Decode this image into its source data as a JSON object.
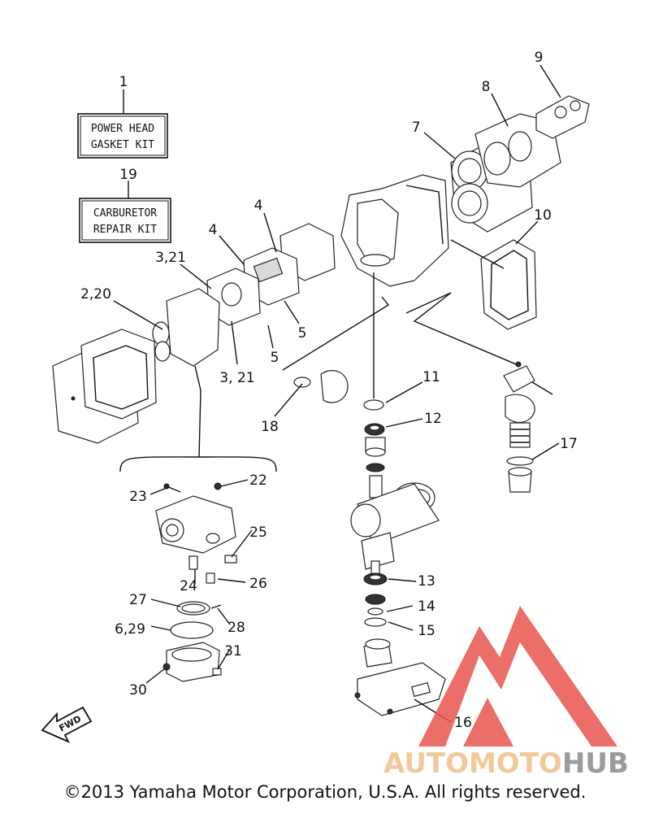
{
  "kits": [
    {
      "ref": "1",
      "line1": "POWER HEAD",
      "line2": "GASKET KIT"
    },
    {
      "ref": "19",
      "line1": "CARBURETOR",
      "line2": "REPAIR KIT"
    }
  ],
  "callouts": [
    "4",
    "4",
    "3,21",
    "2,20",
    "3, 21",
    "5",
    "5",
    "7",
    "8",
    "9",
    "10",
    "11",
    "12",
    "13",
    "14",
    "15",
    "16",
    "17",
    "18",
    "22",
    "23",
    "24",
    "25",
    "26",
    "27",
    "28",
    "6,29",
    "30",
    "31"
  ],
  "fwd_label": "FWD",
  "watermark": {
    "part1": "AUTOMOTO",
    "part2": "HUB",
    "color1": "#f2c08a",
    "color2": "#8a8a8a",
    "logo_color": "#e8564e"
  },
  "copyright": "©2013 Yamaha Motor Corporation, U.S.A. All rights reserved."
}
